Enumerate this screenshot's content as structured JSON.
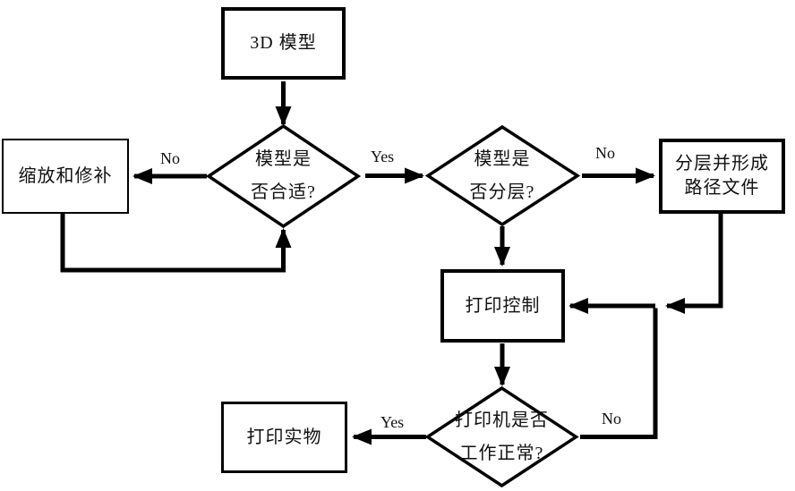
{
  "canvas": {
    "background": "#ffffff",
    "line_color": "#000000",
    "text_color": "#111111"
  },
  "flowchart": {
    "title": "3D printing process flowchart",
    "nodes": {
      "model_3d": {
        "label": "3D 模型"
      },
      "fit_decision": {
        "line1": "模型是",
        "line2": "否合适?"
      },
      "scale_repair": {
        "label": "缩放和修补"
      },
      "layer_decision": {
        "line1": "模型是",
        "line2": "否分层?"
      },
      "path_file": {
        "line1": "分层并形成",
        "line2": "路径文件"
      },
      "print_control": {
        "label": "打印控制"
      },
      "printer_decision": {
        "line1": "打印机是否",
        "line2": "工作正常?"
      },
      "print_object": {
        "label": "打印实物"
      }
    },
    "edge_labels": {
      "fit_no": "No",
      "fit_yes": "Yes",
      "layer_no": "No",
      "printer_yes": "Yes",
      "printer_no": "No"
    }
  }
}
